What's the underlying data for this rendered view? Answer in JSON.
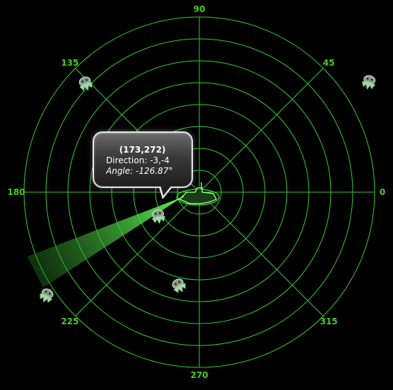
{
  "radar": {
    "angle_labels": [
      {
        "text": "90",
        "angle": 90
      },
      {
        "text": "45",
        "angle": 45
      },
      {
        "text": "0",
        "angle": 0
      },
      {
        "text": "315",
        "angle": 315
      },
      {
        "text": "270",
        "angle": 270
      },
      {
        "text": "225",
        "angle": 225
      },
      {
        "text": "180",
        "angle": 180
      },
      {
        "text": "135",
        "angle": 135
      }
    ],
    "ring_count": 8,
    "sweep_angle_deg": 207,
    "colors": {
      "grid": "#33cc33",
      "label": "#44cc22",
      "background": "#000000",
      "sweep": "#55ee55"
    }
  },
  "tooltip": {
    "coords": "(173,272)",
    "direction": "Direction: -3,-4",
    "angle": "Angle: -126.87°"
  },
  "targets": [
    {
      "name": "target-135",
      "icon": "alien-ship-icon"
    },
    {
      "name": "target-45",
      "icon": "alien-ship-icon"
    },
    {
      "name": "target-near-center",
      "icon": "alien-ship-icon"
    },
    {
      "name": "target-225",
      "icon": "alien-ship-icon"
    },
    {
      "name": "target-270",
      "icon": "alien-ship-icon"
    }
  ],
  "player": {
    "icon": "player-ship-icon"
  }
}
